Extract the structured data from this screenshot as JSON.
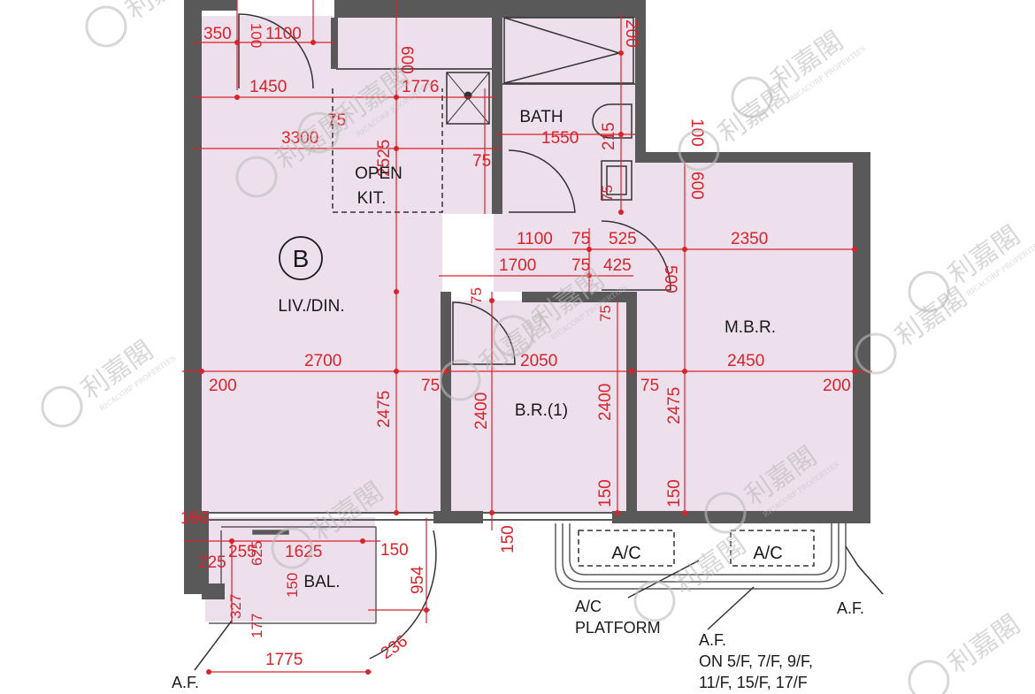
{
  "unit_badge": "B",
  "rooms": {
    "living_dining": "LIV./DIN.",
    "open_kitchen_line1": "OPEN",
    "open_kitchen_line2": "KIT.",
    "bath": "BATH",
    "master_bedroom": "M.B.R.",
    "bedroom_1": "B.R.(1)",
    "balcony": "BAL."
  },
  "ac_unit_label": "A/C",
  "annotations": {
    "ac_platform_line1": "A/C",
    "ac_platform_line2": "PLATFORM",
    "af_left": "A.F.",
    "af_right": "A.F.",
    "af_bottom_line1": "A.F.",
    "af_bottom_line2": "ON 5/F, 7/F, 9/F,",
    "af_bottom_line3": "11/F, 15/F, 17/F"
  },
  "watermark_text": "利嘉閣",
  "watermark_subtext": "RICACORP PROPERTIES",
  "colors": {
    "room_fill": "#ede0ec",
    "wall": "#595959",
    "dimension": "#d8232a",
    "label": "#1a1a1a"
  },
  "dimensions": {
    "d350": "350",
    "d1100_top": "1100",
    "d1450": "1450",
    "d1776": "1776",
    "d600_top": "600",
    "d200_top": "200",
    "d100_top": "100",
    "d3300": "3300",
    "d75_a": "75",
    "d2525": "2525",
    "d75_b": "75",
    "d215": "215",
    "d1550": "1550",
    "d100_right": "100",
    "d75_c": "75",
    "d600_right": "600",
    "d1100_mid": "1100",
    "d75_d": "75",
    "d525": "525",
    "d2350": "2350",
    "d1700": "1700",
    "d75_e": "75",
    "d425": "425",
    "d500": "500",
    "d75_f": "75",
    "d75_g": "75",
    "d2700": "2700",
    "d2050": "2050",
    "d2450": "2450",
    "d200_left": "200",
    "d75_h": "75",
    "d75_i": "75",
    "d200_right": "200",
    "d2475_a": "2475",
    "d2400": "2400",
    "d2400_v": "2400",
    "d2475_b": "2475",
    "d150_a": "150",
    "d150_b": "150",
    "d150_c": "150",
    "d150_d": "150",
    "d150_e": "150",
    "d225": "225",
    "d255": "255",
    "d625": "625",
    "d1625": "1625",
    "d150_f": "150",
    "d954": "954",
    "d327": "327",
    "d177": "177",
    "d1775": "1775",
    "d236": "236"
  }
}
